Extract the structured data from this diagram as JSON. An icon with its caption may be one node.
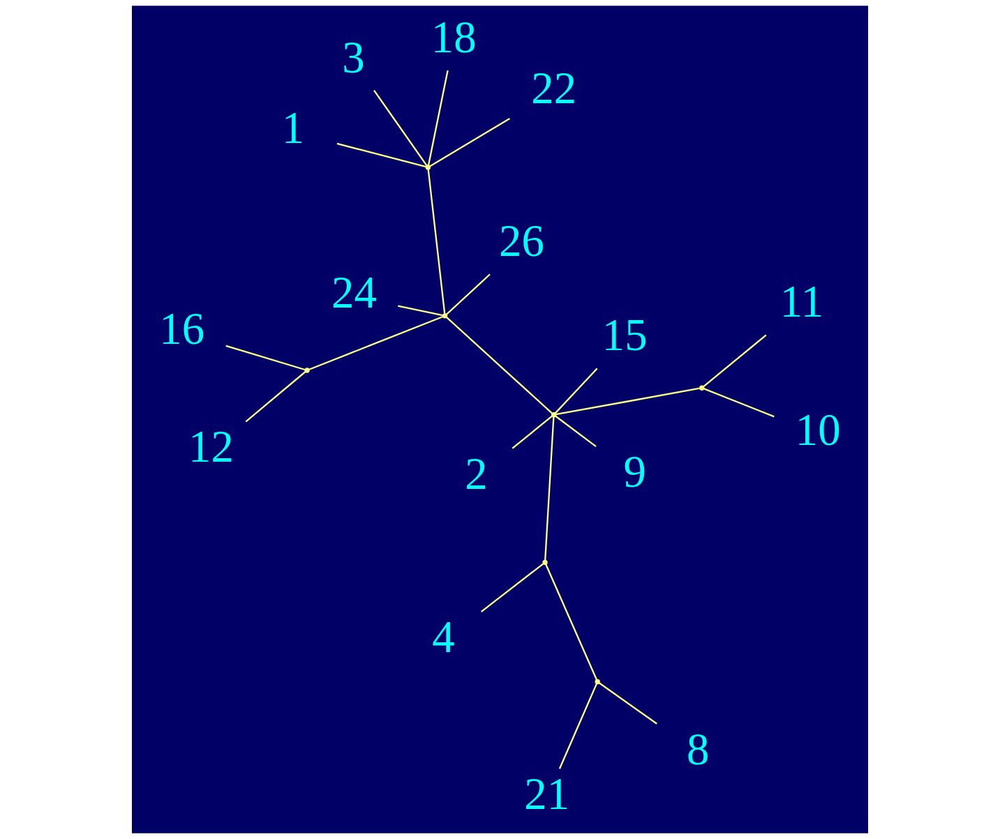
{
  "diagram": {
    "nodes": [
      {
        "text": [
          "21"
        ]
      },
      {
        "text": [
          "8"
        ]
      },
      {
        "text": [
          "4"
        ]
      },
      {
        "text": [
          "26"
        ]
      },
      {
        "text": [
          "12"
        ]
      },
      {
        "text": [
          "24"
        ]
      },
      {
        "text": [
          "16"
        ]
      },
      {
        "text": [
          "11"
        ]
      },
      {
        "text": [
          "1"
        ]
      },
      {
        "text": [
          "10"
        ]
      },
      {
        "text": [
          "2"
        ]
      },
      {
        "text": [
          "3"
        ]
      },
      {
        "text": [
          "9"
        ]
      },
      {
        "text": [
          "15"
        ]
      },
      {
        "text": [
          "18"
        ]
      },
      {
        "text": [
          "22"
        ]
      },
      {
        "text": [],
        "shape": "point"
      },
      {
        "text": [],
        "shape": "point"
      },
      {
        "text": [],
        "shape": "point"
      },
      {
        "text": [],
        "shape": "point"
      },
      {
        "text": [],
        "shape": "point"
      },
      {
        "text": [],
        "shape": "point"
      },
      {
        "text": [],
        "shape": "point"
      }
    ],
    "edges": [
      {
        "from": 16,
        "to": 0,
        "arrow": "none"
      },
      {
        "from": 16,
        "to": 1,
        "arrow": "none"
      },
      {
        "from": 16,
        "to": 17,
        "arrow": "none"
      },
      {
        "from": 17,
        "to": 2,
        "arrow": "none"
      },
      {
        "from": 17,
        "to": 18,
        "arrow": "none"
      },
      {
        "from": 18,
        "to": 19,
        "arrow": "none"
      },
      {
        "from": 19,
        "to": 7,
        "arrow": "none"
      },
      {
        "from": 19,
        "to": 9,
        "arrow": "none"
      },
      {
        "from": 18,
        "to": 12,
        "arrow": "none"
      },
      {
        "from": 18,
        "to": 13,
        "arrow": "none"
      },
      {
        "from": 18,
        "to": 10,
        "arrow": "none"
      },
      {
        "from": 18,
        "to": 20,
        "arrow": "none"
      },
      {
        "from": 20,
        "to": 3,
        "arrow": "none"
      },
      {
        "from": 20,
        "to": 5,
        "arrow": "none"
      },
      {
        "from": 20,
        "to": 21,
        "arrow": "none"
      },
      {
        "from": 21,
        "to": 4,
        "arrow": "none"
      },
      {
        "from": 21,
        "to": 6,
        "arrow": "none"
      },
      {
        "from": 20,
        "to": 22,
        "arrow": "none"
      },
      {
        "from": 22,
        "to": 8,
        "arrow": "none"
      },
      {
        "from": 22,
        "to": 11,
        "arrow": "none"
      },
      {
        "from": 22,
        "to": 15,
        "arrow": "none"
      },
      {
        "from": 22,
        "to": 14,
        "arrow": "none"
      }
    ]
  }
}
